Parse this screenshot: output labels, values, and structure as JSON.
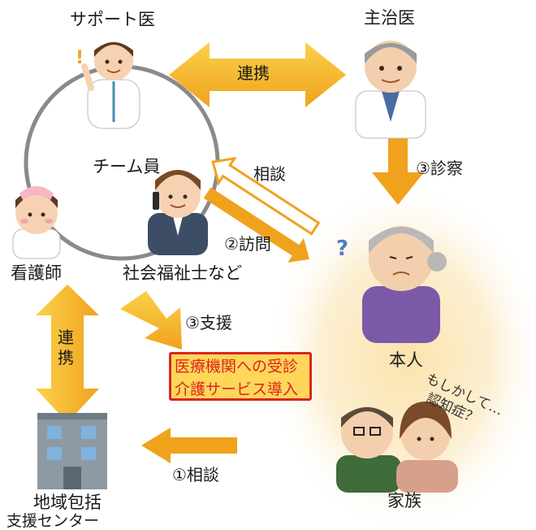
{
  "roles": {
    "support_doctor": "サポート医",
    "primary_doctor": "主治医",
    "team_members": "チーム員",
    "nurse": "看護師",
    "social_worker": "社会福祉士など",
    "patient": "本人",
    "family": "家族",
    "center_line1": "地域包括",
    "center_line2": "支援センター"
  },
  "arrows": {
    "collaboration_top": "連携",
    "collaboration_left_1": "連",
    "collaboration_left_2": "携",
    "consultation": "相談",
    "visit": "②訪問",
    "exam": "③診察",
    "support": "③支援",
    "consultation_center": "①相談"
  },
  "services": {
    "line1": "医療機関への受診",
    "line2": "介護サービス導入"
  },
  "family_worry": {
    "line1": "もしかして…",
    "line2": "認知症？"
  },
  "question_mark": "?",
  "colors": {
    "arrow_orange": "#f0a21d",
    "arrow_yellow": "#fbd14a",
    "box_fill": "#fdd65a",
    "box_border": "#d9271f",
    "box_text": "#d9271f",
    "circle_gray": "#8a8a8a",
    "background_glow": "#fbe9bf"
  }
}
